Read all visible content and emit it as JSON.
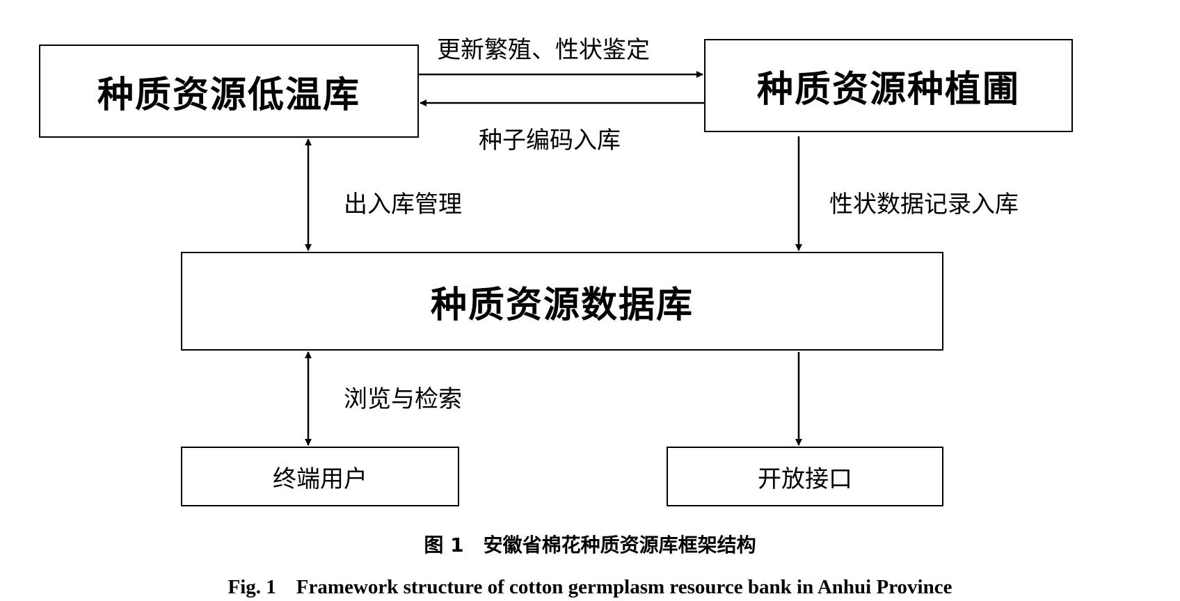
{
  "nodes": {
    "cold_storage": "种质资源低温库",
    "nursery": "种质资源种植圃",
    "database": "种质资源数据库",
    "end_user": "终端用户",
    "open_api": "开放接口"
  },
  "edges": {
    "renew": "更新繁殖、性状鉴定",
    "seed_coding": "种子编码入库",
    "in_out": "出入库管理",
    "trait_record": "性状数据记录入库",
    "browse": "浏览与检索"
  },
  "caption": {
    "cn": "图 1　安徽省棉花种质资源库框架结构",
    "en": "Fig. 1　Framework structure of cotton germplasm resource bank in Anhui Province"
  }
}
